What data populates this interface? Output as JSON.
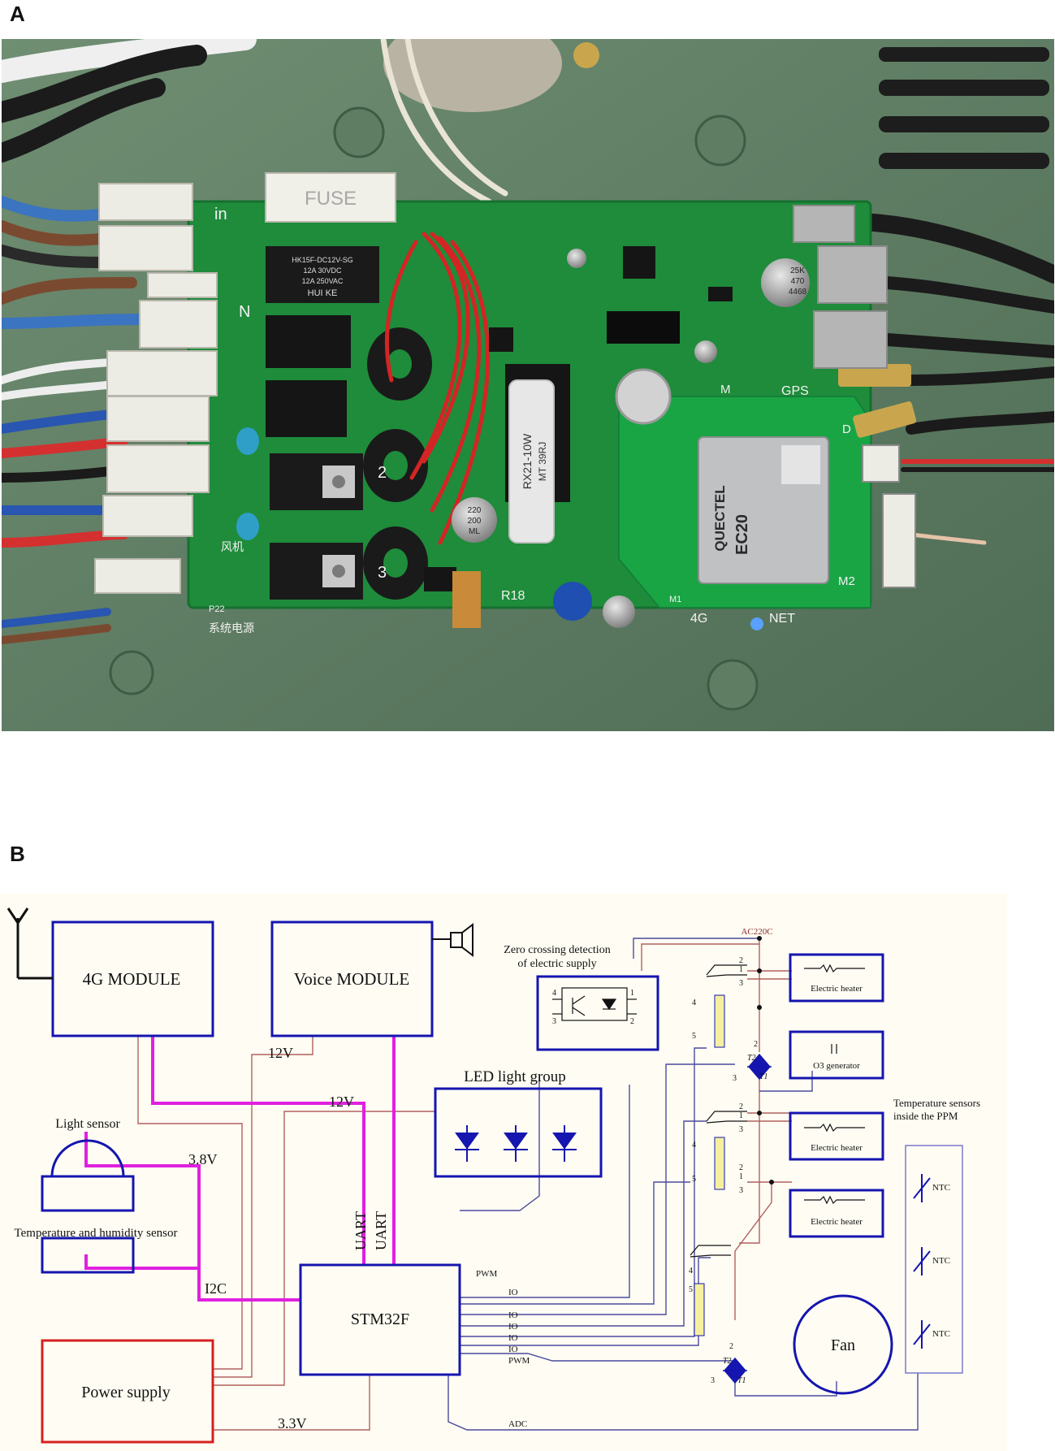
{
  "panel_a": {
    "letter": "A",
    "pcb_silkscreen": {
      "in": "in",
      "n": "N",
      "fuse": "FUSE",
      "relay_line1": "HK15F-DC12V-SG",
      "relay_line2": "12A 30VDC",
      "relay_line3": "12A 250VAC",
      "relay_brand": "HUI KE",
      "resistor_line1": "RX21-10W",
      "resistor_line2": "MT 39RJ",
      "cap_line1": "220",
      "cap_line2": "200",
      "cap_line3": "ML",
      "num_2": "2",
      "num_3": "3",
      "fan_cn": "风机",
      "power_cn": "系统电源",
      "p22": "P22",
      "r18": "R18",
      "gps": "GPS",
      "m": "M",
      "d": "D",
      "module_brand": "QUECTEL",
      "module_model": "EC20",
      "m1": "M1",
      "m2": "M2",
      "led_4g": "4G",
      "led_net": "NET",
      "cap_big1": "25K",
      "cap_big2": "470",
      "cap_big3": "4468"
    }
  },
  "panel_b": {
    "letter": "B",
    "blocks": {
      "module_4g": "4G MODULE",
      "voice": "Voice MODULE",
      "zero_cross_line1": "Zero crossing detection",
      "zero_cross_line2": "of electric supply",
      "led_group": "LED light group",
      "light_sensor": "Light sensor",
      "temp_hum": "Temperature and humidity sensor",
      "power": "Power supply",
      "mcu": "STM32F",
      "fan": "Fan",
      "ac": "AC220C",
      "heater1": "Electric heater",
      "heater2": "Electric heater",
      "heater3": "Electric heater",
      "o3": "O3 generator",
      "temp_ppm_line1": "Temperature sensors",
      "temp_ppm_line2": "inside the PPM",
      "ntc1": "NTC",
      "ntc2": "NTC",
      "ntc3": "NTC"
    },
    "signals": {
      "v12a": "12V",
      "v12b": "12V",
      "v38": "3.8V",
      "v33": "3.3V",
      "i2c": "I2C",
      "uart1": "UART",
      "uart2": "UART",
      "pwm1": "PWM",
      "io1": "IO",
      "io2": "IO",
      "io3": "IO",
      "io4": "IO",
      "io5": "IO",
      "pwm2": "PWM",
      "adc": "ADC"
    },
    "pins": {
      "opto_4": "4",
      "opto_1": "1",
      "opto_3": "3",
      "opto_2": "2",
      "r1_2": "2",
      "r1_1": "1",
      "r1_3": "3",
      "r1_4": "4",
      "r1_5": "5",
      "t1_2": "2",
      "t1_3": "3",
      "t1_t2": "T2",
      "t1_t1": "T1",
      "r2_2": "2",
      "r2_1": "1",
      "r2_3": "3",
      "r2_4": "4",
      "r2_5": "5",
      "r3_2": "2",
      "r3_1": "1",
      "r3_3": "3",
      "r3_4": "4",
      "r3_5": "5",
      "t2_2": "2",
      "t2_3": "3",
      "t2_t2": "T2",
      "t2_t1": "T1"
    },
    "colors": {
      "block_blue": "#1515b0",
      "power_red": "#d42020",
      "bus_magenta": "#e020e0",
      "wire_brown": "#b06060",
      "wire_navy": "#4a4aa0",
      "coil_yellow": "#f5f0a0",
      "background": "#fffdf3"
    }
  }
}
